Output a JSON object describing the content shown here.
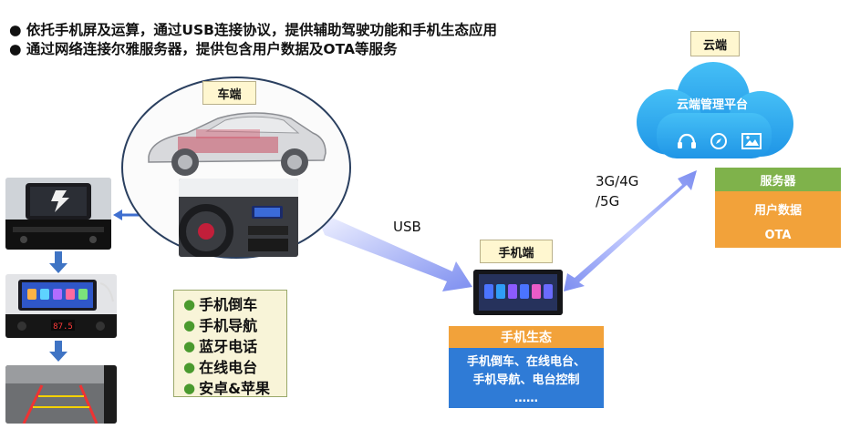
{
  "header": {
    "bullet_1": "依托手机屏及运算，通过USB连接协议，提供辅助驾驶功能和手机生态应用",
    "bullet_2": "通过网络连接尔雅服务器，提供包含用户数据及OTA等服务"
  },
  "car_side": {
    "label": "车端",
    "features": [
      "手机倒车",
      "手机导航",
      "蓝牙电话",
      "在线电台",
      "安卓&苹果"
    ]
  },
  "phone_side": {
    "label": "手机端",
    "ecosystem_title": "手机生态",
    "ecosystem_lines": [
      "手机倒车、在线电台、",
      "手机导航、电台控制",
      "……"
    ]
  },
  "cloud_side": {
    "label": "云端",
    "platform_title": "云端管理平台",
    "server_title": "服务器",
    "server_items": [
      "用户数据",
      "OTA"
    ]
  },
  "connections": {
    "usb_label": "USB",
    "network_label_line1": "3G/4G",
    "network_label_line2": "/5G"
  },
  "colors": {
    "car_circle_border": "#2a3f5f",
    "arrow_blue": "#3f6fd0",
    "server_green": "#7fb24b",
    "server_orange": "#f2a23a",
    "eco_blue": "#2f7bd6",
    "cloud_blue": "#2aa6ee"
  },
  "icons": [
    "headset-icon",
    "compass-icon",
    "image-icon"
  ]
}
